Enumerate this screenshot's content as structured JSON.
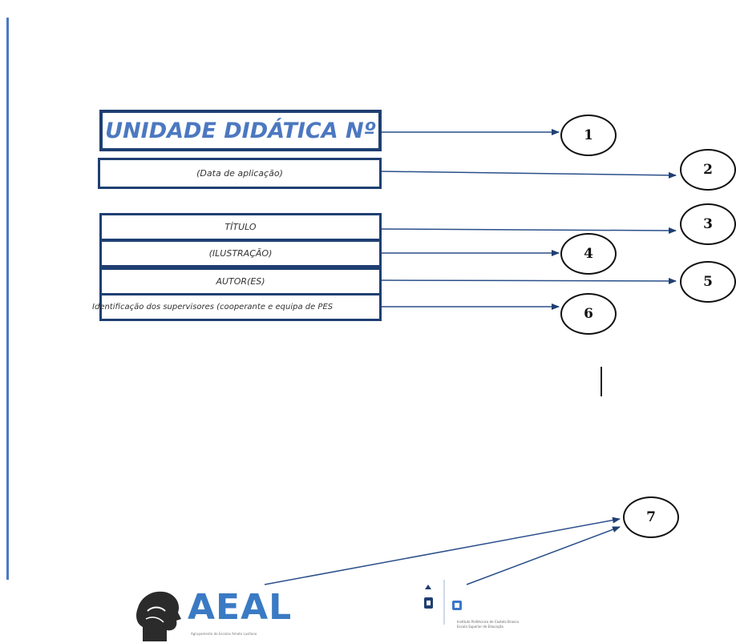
{
  "boxes": {
    "unidade": "UNIDADE DIDÁTICA Nº",
    "data": "(Data de aplicação)",
    "titulo": "TÍTULO",
    "ilustracao": "(ILUSTRAÇÃO)",
    "autores": "AUTOR(ES)",
    "identificacao": "Identificação dos supervisores (cooperante e equipa de PES"
  },
  "callouts": [
    "1",
    "2",
    "3",
    "4",
    "5",
    "6",
    "7"
  ],
  "logos": {
    "aeal_name": "AEAL",
    "aeal_subtitle": "Agrupamento de Escolas Amato Lusitano",
    "ipcb_line1": "Instituto Politécnico de Castelo Branco",
    "ipcb_line2": "Escola Superior de Educação"
  },
  "colors": {
    "box_border": "#1f3f72",
    "title_text": "#4c78c0",
    "arrow": "#2a4f8a",
    "side_rule": "#4a78c4"
  }
}
